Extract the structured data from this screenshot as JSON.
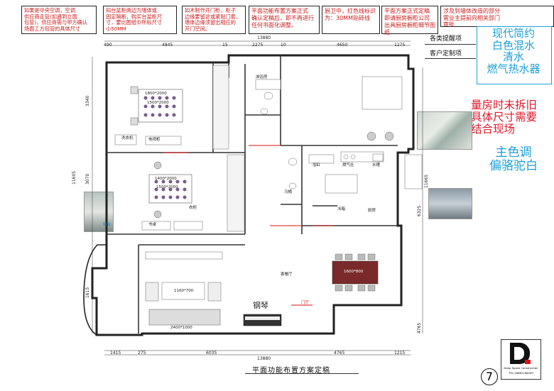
{
  "top_notes": [
    {
      "id": "n1",
      "lines": [
        "如果是中央空调，空调",
        "供应商走管(如遇到立面",
        "包管)，供应商需与甲方确认",
        "场面工方包管的具体尺寸"
      ]
    },
    {
      "id": "n2",
      "lines": [
        "知台盆柜两边为墙体或",
        "固定隔断，购买台盆柜尺",
        "寸，要比图纸中所标尺寸",
        "小50MM"
      ]
    },
    {
      "id": "n3",
      "lines": [
        "如木制作开门柜，柜子",
        "边缘要留这或紧贴门套，",
        "墙体边缘须留出相应的",
        "开门空间。"
      ]
    },
    {
      "id": "n4",
      "lines": [
        "平面功能布置方案正式",
        "确认定稿后，即不再进行",
        "任何书面化调整。"
      ]
    },
    {
      "id": "n5",
      "lines": [
        "厨卫中，红色线标识",
        "为：30MM贴砖线"
      ]
    },
    {
      "id": "n6",
      "lines": [
        "平面方案正式定稿",
        "即请厨房橱柜公司",
        "出具厨房橱柜细节图纸"
      ]
    },
    {
      "id": "n7",
      "lines": [
        "涉及到墙体改造的部分",
        "需业主提前向相关部门",
        "审批"
      ]
    }
  ],
  "side_menu": {
    "item1": "各类提醒项",
    "item2": "客户定制项"
  },
  "style_box": {
    "lines": [
      "现代简约",
      "白色混水",
      "清水",
      "燃气热水器"
    ]
  },
  "red_note": {
    "lines": [
      "量房时未拆旧",
      "具体尺寸需要",
      "结合现场"
    ]
  },
  "main_color": {
    "lines": [
      "主色调",
      "偏骆驼白"
    ]
  },
  "page_title": "平面功能布置方案定稿",
  "page_number": "7",
  "logo": {
    "text": "Deep Space Construction",
    "phone": "TEL:18662168000"
  },
  "dims": {
    "top_total": "13880",
    "top": [
      "490",
      "4845",
      "15",
      "2275",
      "10",
      "4650",
      "1275"
    ],
    "bottom_total": "13880",
    "bottom": [
      "1415",
      "275",
      "6035",
      "4765",
      "1215"
    ],
    "left": [
      "3340",
      "3070",
      "11605",
      "1615"
    ],
    "right": [
      "11665",
      "6325"
    ],
    "bottom_right": "4765"
  },
  "labels": {
    "bed1": "1800*2000",
    "bed1b": "1500*2000",
    "bed2": "1400*2000",
    "bed2b": "1500*2000",
    "wardrobe": "衣柜",
    "tv_cab": "电视柜",
    "desk": "书桌",
    "sofa": "1160*700",
    "sofa2": "2400*1000",
    "dining": "1600*800",
    "piano": "钢琴",
    "wash": "洗衣机",
    "fridge": "冰箱",
    "stove": "燃气灶",
    "sink": "水槽",
    "bathtub": "浴缸",
    "toilet": "马桶",
    "shower": "淋浴房",
    "balcony": "阳台",
    "kitchen": "厨房",
    "living": "客餐厅",
    "entry": "门厅"
  }
}
